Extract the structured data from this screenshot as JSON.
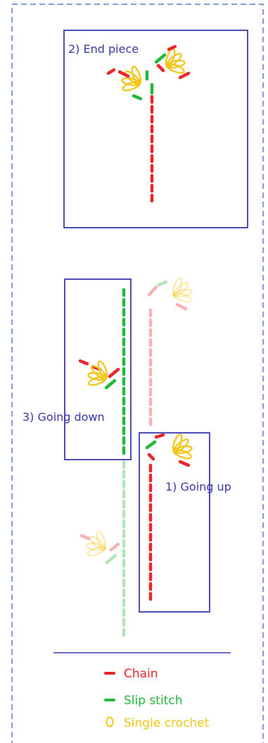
{
  "colors": {
    "chain": "#e8262c",
    "slip": "#23b93b",
    "sc": "#f5c518",
    "frame": "#5b7fd6",
    "box": "#3b3bb0",
    "label": "#3a3aa8"
  },
  "panels": {
    "end_piece": "2) End piece",
    "going_down": "3) Going down",
    "going_up": "1) Going up"
  },
  "legend": {
    "items": [
      {
        "symbol": "dash",
        "color": "#e8262c",
        "label": "Chain"
      },
      {
        "symbol": "dash",
        "color": "#23b93b",
        "label": "Slip stitch"
      },
      {
        "symbol": "ring",
        "color": "#f5c518",
        "label": "Single crochet"
      }
    ]
  }
}
